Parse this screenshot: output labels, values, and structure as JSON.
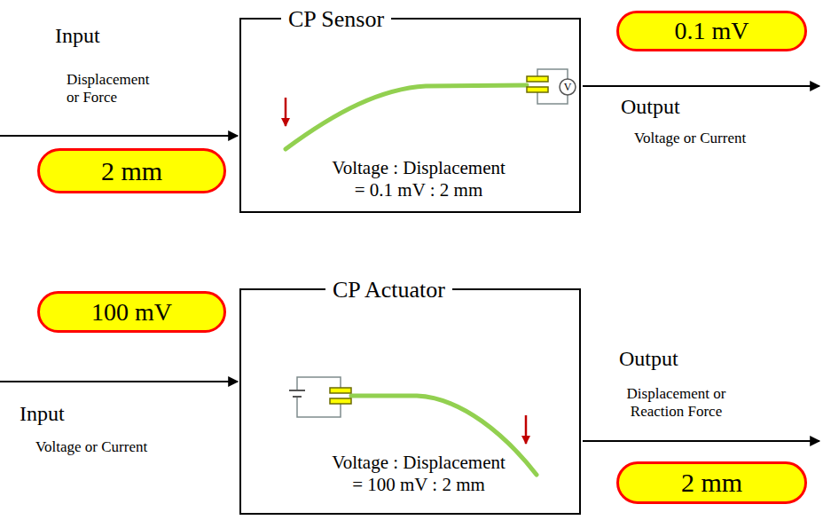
{
  "diagram": {
    "nodes": [
      {
        "text": [
          "CP Sensor",
          "Voltage : Displacement = 0.1 mV : 2 mm"
        ]
      },
      {
        "text": [
          "2 mm"
        ]
      },
      {
        "text": [
          "0.1 mV"
        ]
      },
      {
        "text": [
          "100 mV"
        ]
      },
      {
        "text": [
          "CP Actuator",
          "Voltage : Displacement = 100 mV : 2 mm"
        ]
      },
      {
        "text": [
          "2 mm"
        ]
      }
    ],
    "labels": [
      "Input",
      "Displacement or Force",
      "Output",
      "Voltage or Current",
      "V",
      "Input",
      "Voltage or Current",
      "Output",
      "Displacement or Reaction Force"
    ]
  }
}
